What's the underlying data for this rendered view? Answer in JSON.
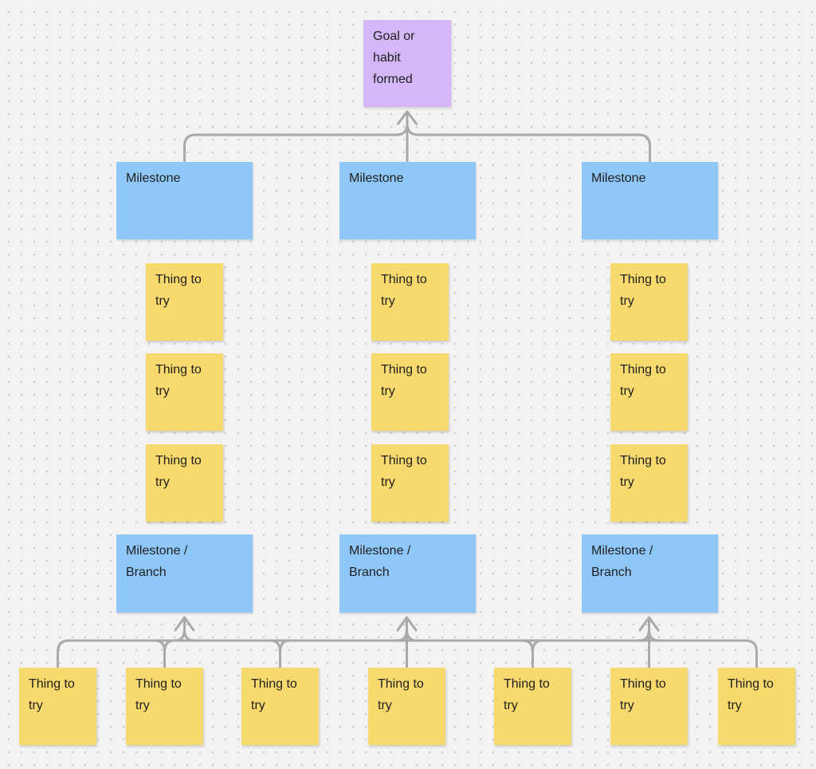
{
  "colors": {
    "bg": "#F4F3F3",
    "dot": "#C9C9C9",
    "purple": "#D3B7F6",
    "blue": "#8FC7F8",
    "yellow": "#F7D96D",
    "connector": "#A9A9A9",
    "text": "#1E1E1E"
  },
  "nodes": {
    "goal": {
      "label": "Goal or\nhabit\nformed"
    },
    "milestones": [
      {
        "label": "Milestone"
      },
      {
        "label": "Milestone"
      },
      {
        "label": "Milestone"
      }
    ],
    "things_grid": [
      {
        "label": "Thing to\ntry"
      },
      {
        "label": "Thing to\ntry"
      },
      {
        "label": "Thing to\ntry"
      },
      {
        "label": "Thing to\ntry"
      },
      {
        "label": "Thing to\ntry"
      },
      {
        "label": "Thing to\ntry"
      },
      {
        "label": "Thing to\ntry"
      },
      {
        "label": "Thing to\ntry"
      },
      {
        "label": "Thing to\ntry"
      }
    ],
    "branches": [
      {
        "label": "Milestone /\nBranch"
      },
      {
        "label": "Milestone /\nBranch"
      },
      {
        "label": "Milestone /\nBranch"
      }
    ],
    "things_bottom": [
      {
        "label": "Thing to\ntry"
      },
      {
        "label": "Thing to\ntry"
      },
      {
        "label": "Thing to\ntry"
      },
      {
        "label": "Thing to\ntry"
      },
      {
        "label": "Thing to\ntry"
      },
      {
        "label": "Thing to\ntry"
      },
      {
        "label": "Thing to\ntry"
      }
    ]
  }
}
